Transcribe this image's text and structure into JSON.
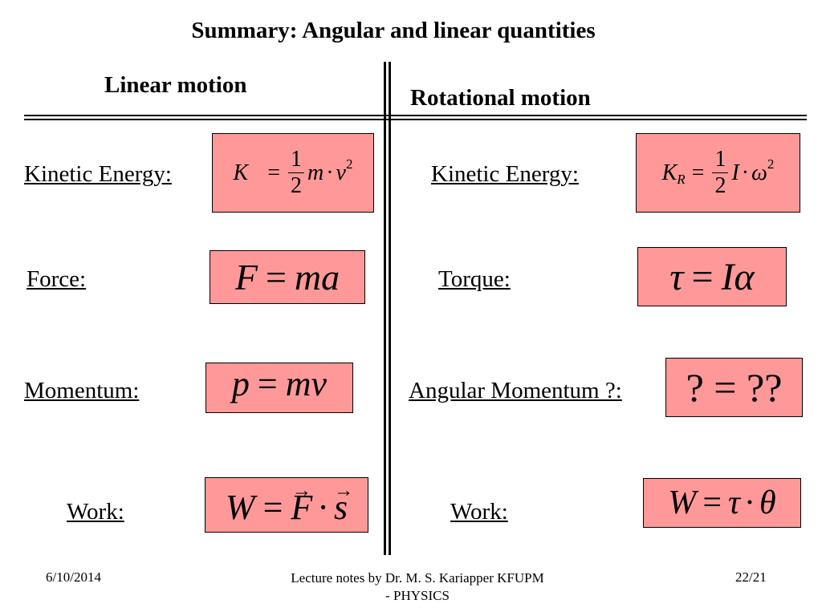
{
  "title": "Summary: Angular and linear quantities",
  "headers": {
    "linear": "Linear motion",
    "rotational": "Rotational motion"
  },
  "rows": [
    {
      "linear_label": "Kinetic Energy:",
      "rotational_label": "Kinetic Energy:"
    },
    {
      "linear_label": "Force:",
      "rotational_label": "Torque:"
    },
    {
      "linear_label": "Momentum:",
      "rotational_label": "Angular Momentum ?:"
    },
    {
      "linear_label": "Work:",
      "rotational_label": "Work:"
    }
  ],
  "equations": {
    "ke_linear": {
      "lhs": "K",
      "eq": "=",
      "num": "1",
      "den": "2",
      "m": "m",
      "dot": "·",
      "v": "v",
      "exp": "2"
    },
    "ke_rot": {
      "lhs": "K",
      "sub": "R",
      "eq": "=",
      "num": "1",
      "den": "2",
      "i": "I",
      "dot": "·",
      "w": "ω",
      "exp": "2"
    },
    "force": {
      "f": "F",
      "eq": "=",
      "ma": "ma"
    },
    "torque": {
      "tau": "τ",
      "eq": "=",
      "i": "I",
      "alpha": "α"
    },
    "momentum": {
      "p": "p",
      "eq": "=",
      "mv": "mv"
    },
    "angmom": {
      "text": "? = ??"
    },
    "work_linear": {
      "w": "W",
      "eq": "=",
      "f": "F",
      "dot": "·",
      "s": "s",
      "arrow": "→"
    },
    "work_rot": {
      "w": "W",
      "eq": "=",
      "tau": "τ",
      "dot": "·",
      "theta": "θ"
    }
  },
  "colors": {
    "box_fill": "#ff9999",
    "box_border": "#000000",
    "text": "#000000"
  },
  "footer": {
    "date": "6/10/2014",
    "credit_line1": "Lecture notes by Dr. M. S. Kariapper  KFUPM",
    "credit_line2": "- PHYSICS",
    "page": "22/21"
  }
}
